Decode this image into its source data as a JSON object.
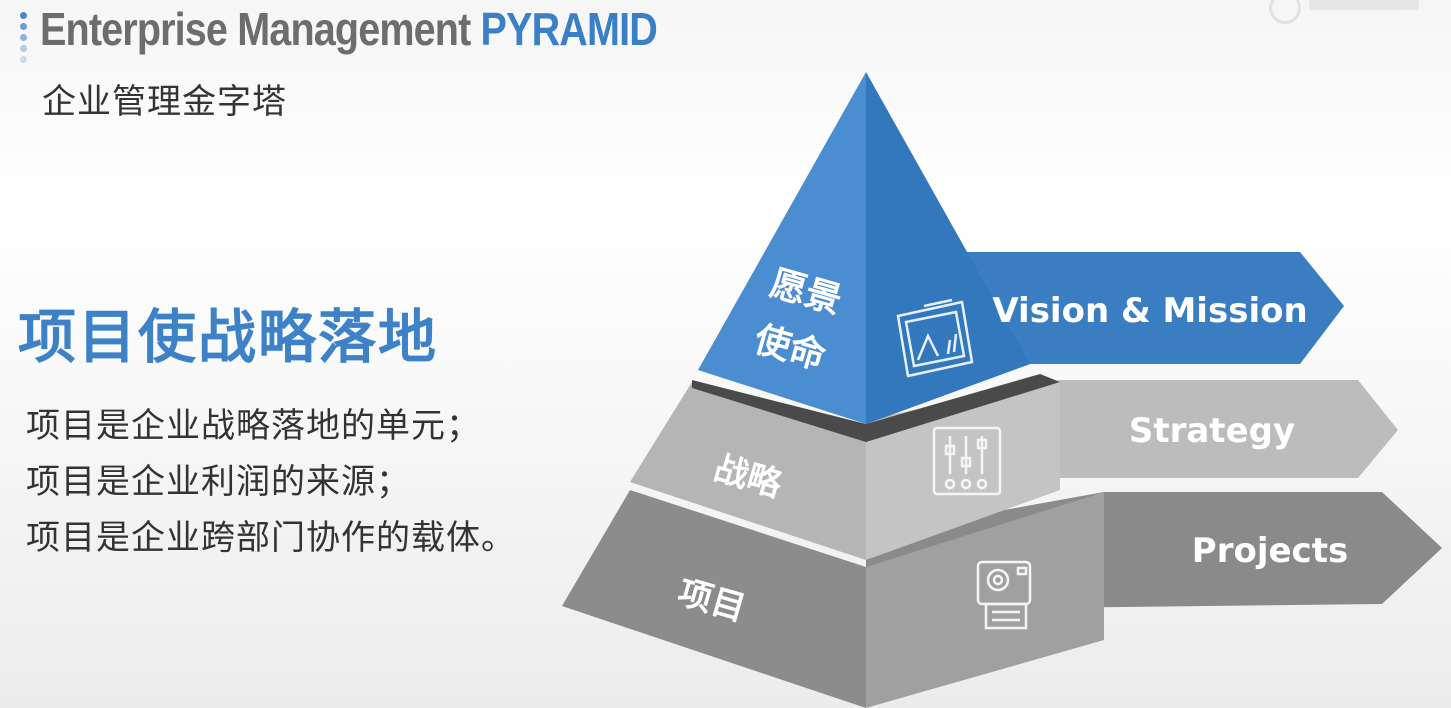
{
  "header": {
    "title_main": "Enterprise Management",
    "title_accent": "PYRAMID",
    "subtitle": "企业管理金字塔"
  },
  "left_panel": {
    "headline": "项目使战略落地",
    "statements": [
      "项目是企业战略落地的单元；",
      "项目是企业利润的来源；",
      "项目是企业跨部门协作的载体。"
    ]
  },
  "pyramid": {
    "tiers": [
      {
        "cn_line1": "愿景",
        "cn_line2": "使命",
        "en": "Vision & Mission",
        "icon": "presentation-chart-icon",
        "color": "#3b80c3"
      },
      {
        "cn_line1": "战略",
        "cn_line2": "",
        "en": "Strategy",
        "icon": "sliders-icon",
        "color": "#b5b5b5"
      },
      {
        "cn_line1": "项目",
        "cn_line2": "",
        "en": "Projects",
        "icon": "camera-printer-icon",
        "color": "#8e8e8e"
      }
    ]
  },
  "colors": {
    "accent_blue": "#3a80c6",
    "title_gray": "#6d6d6d",
    "text_dark": "#333333"
  }
}
